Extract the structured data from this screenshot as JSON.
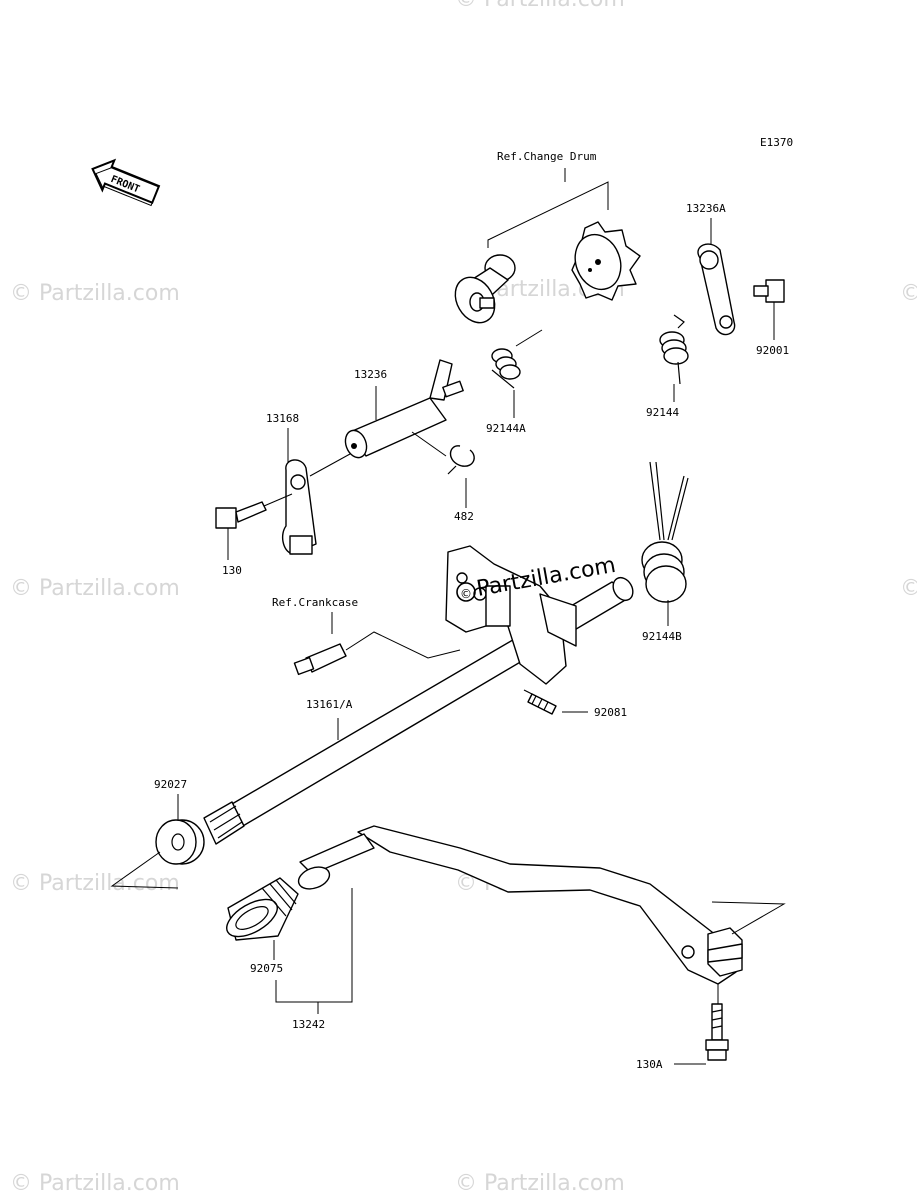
{
  "diagram_code": "E1370",
  "orientation": "FRONT",
  "watermark": "© Partzilla.com",
  "references": {
    "change_drum": "Ref.Change Drum",
    "crankcase": "Ref.Crankcase"
  },
  "part_labels": {
    "p13236A": "13236A",
    "p92001": "92001",
    "p92144": "92144",
    "p92144A": "92144A",
    "p13236": "13236",
    "p13168": "13168",
    "p482": "482",
    "p130": "130",
    "p92144B": "92144B",
    "p92081": "92081",
    "p13161A": "13161/A",
    "p92027": "92027",
    "p92075": "92075",
    "p13242": "13242",
    "p130A": "130A"
  }
}
